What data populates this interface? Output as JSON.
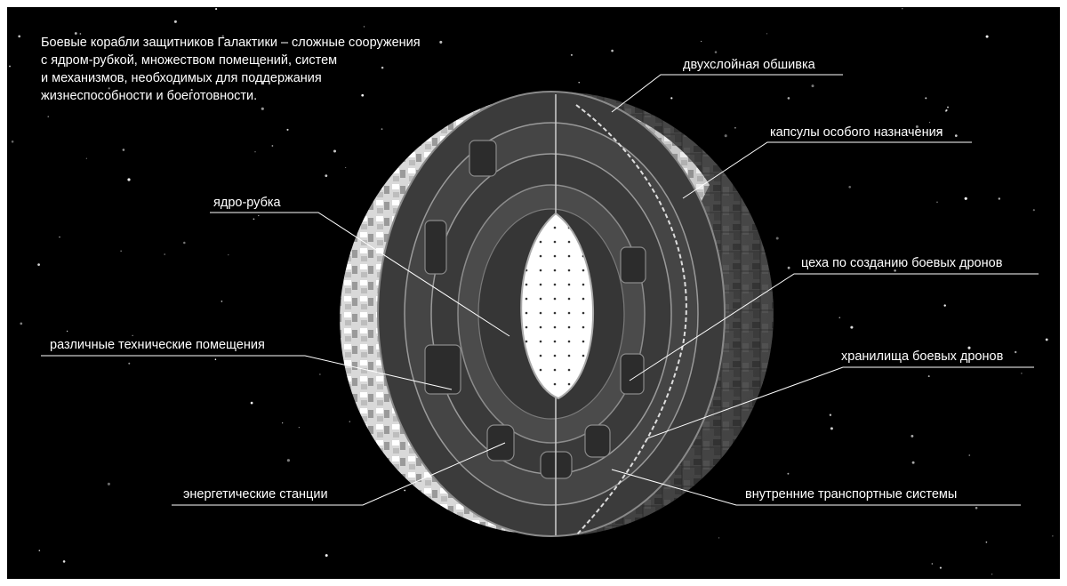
{
  "intro": {
    "lines": [
      "Боевые корабли защитников Галактики – сложные сооружения",
      "с ядром-рубкой, множеством помещений, систем",
      "и механизмов, необходимых для поддержания",
      "жизнеспособности и боеготовности."
    ]
  },
  "labels": {
    "hull": "двухслойная обшивка",
    "capsules": "капсулы особого назначения",
    "core": "ядро-рубка",
    "workshops": "цеха по созданию боевых дронов",
    "tech_rooms": "различные технические помещения",
    "storage": "хранилища боевых дронов",
    "energy": "энергетические станции",
    "transport": "внутренние транспортные системы"
  },
  "colors": {
    "background": "#000000",
    "frame": "#ffffff",
    "label_text": "#ffffff",
    "leader_line": "#ffffff",
    "hull_dark": "#3a3a3a",
    "hull_light": "#e8e8e8",
    "core_fill": "#ffffff"
  }
}
